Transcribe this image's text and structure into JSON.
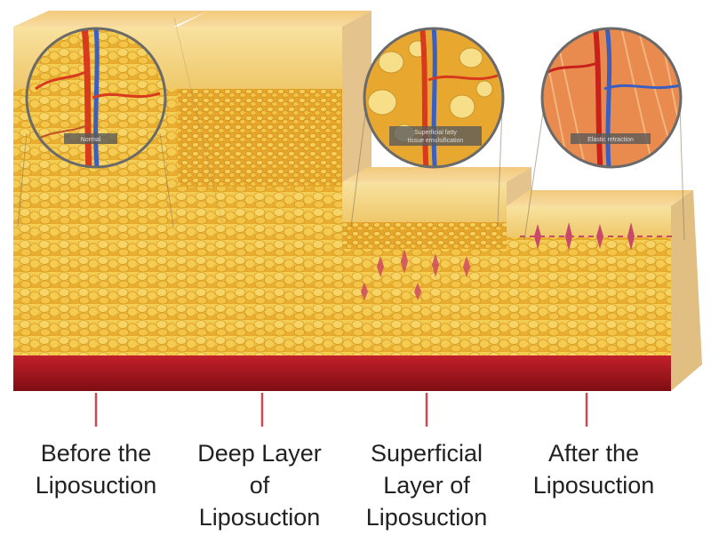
{
  "stages": [
    {
      "label_lines": [
        "Before the",
        "Liposuction"
      ],
      "zoom_caption": "Normal"
    },
    {
      "label_lines": [
        "Deep Layer",
        "of",
        "Liposuction"
      ],
      "zoom_caption": ""
    },
    {
      "label_lines": [
        "Superficial",
        "Layer of",
        "Liposuction"
      ],
      "zoom_caption_lines": [
        "Superficial fatty",
        "tissue emulsification"
      ]
    },
    {
      "label_lines": [
        "After the",
        "Liposuction"
      ],
      "zoom_caption": "Elastic retraction"
    }
  ],
  "colors": {
    "fat": "#f2c23a",
    "fat_dark": "#d99a1c",
    "skin": "#f6d98c",
    "muscle": "#a8141b",
    "pointer": "#c84a55",
    "artery": "#d83a1e",
    "vein": "#3a5fc0"
  }
}
